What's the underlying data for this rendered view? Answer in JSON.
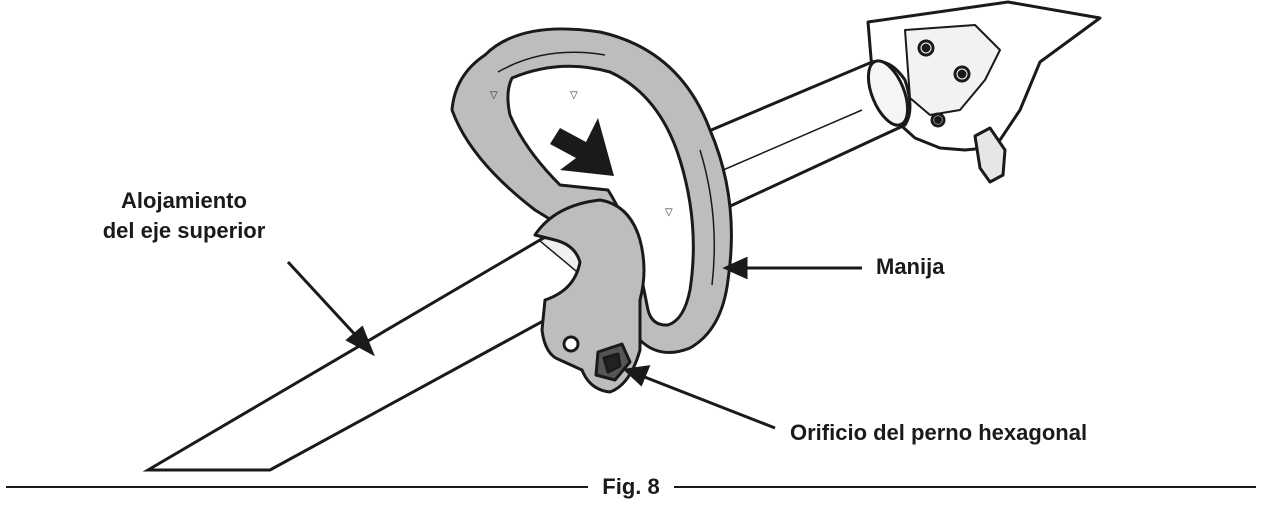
{
  "figure": {
    "caption": "Fig. 8",
    "labels": {
      "shaft_line1": "Alojamiento",
      "shaft_line2": "del eje superior",
      "handle": "Manija",
      "bolt_hole": "Orificio del perno hexagonal"
    }
  }
}
